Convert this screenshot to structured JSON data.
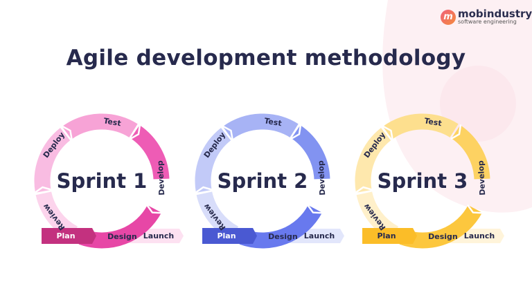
{
  "title": "Agile development methodology",
  "logo": {
    "name": "mobindustry",
    "tagline": "software engineering",
    "mark": "m"
  },
  "sprints": [
    {
      "label": "Sprint 1",
      "colors": {
        "plan": "#c3317f",
        "design": "#e747a6",
        "develop": "#ee5cb5",
        "test": "#f7a3d6",
        "deploy": "#f9bce2",
        "review": "#fcd4ec",
        "launch": "#fde1f1"
      }
    },
    {
      "label": "Sprint 2",
      "colors": {
        "plan": "#4a59d2",
        "design": "#6879ee",
        "develop": "#8293f1",
        "test": "#a7b3f5",
        "deploy": "#c2caf8",
        "review": "#d8ddfa",
        "launch": "#e2e6fb"
      }
    },
    {
      "label": "Sprint 3",
      "colors": {
        "plan": "#fbbd28",
        "design": "#fcc73e",
        "develop": "#fdd262",
        "test": "#fddf8e",
        "deploy": "#fee8ad",
        "review": "#fff0ca",
        "launch": "#fff4da"
      }
    }
  ],
  "stages": {
    "plan": "Plan",
    "design": "Design",
    "develop": "Develop",
    "test": "Test",
    "deploy": "Deploy",
    "review": "Review",
    "launch": "Launch"
  },
  "text_color": "#272a4d"
}
